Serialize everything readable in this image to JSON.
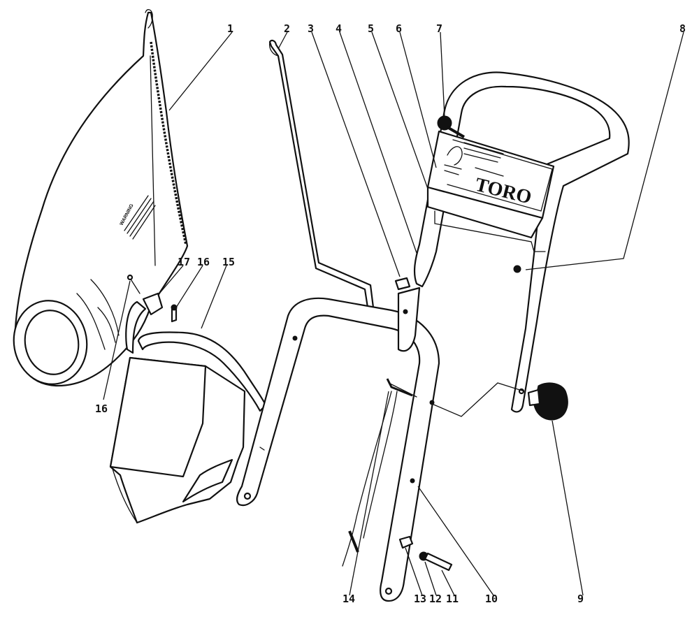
{
  "diagram": {
    "brand_label": "TORO",
    "bag_warning_label": "WARNING",
    "callouts": [
      {
        "id": "c1",
        "label": "1"
      },
      {
        "id": "c2",
        "label": "2"
      },
      {
        "id": "c3",
        "label": "3"
      },
      {
        "id": "c4",
        "label": "4"
      },
      {
        "id": "c5",
        "label": "5"
      },
      {
        "id": "c6",
        "label": "6"
      },
      {
        "id": "c7",
        "label": "7"
      },
      {
        "id": "c8",
        "label": "8"
      },
      {
        "id": "c9",
        "label": "9"
      },
      {
        "id": "c10",
        "label": "10"
      },
      {
        "id": "c11",
        "label": "11"
      },
      {
        "id": "c12",
        "label": "12"
      },
      {
        "id": "c13",
        "label": "13"
      },
      {
        "id": "c14",
        "label": "14"
      },
      {
        "id": "c15",
        "label": "15"
      },
      {
        "id": "c16a",
        "label": "16"
      },
      {
        "id": "c16b",
        "label": "16"
      },
      {
        "id": "c17",
        "label": "17"
      }
    ]
  }
}
